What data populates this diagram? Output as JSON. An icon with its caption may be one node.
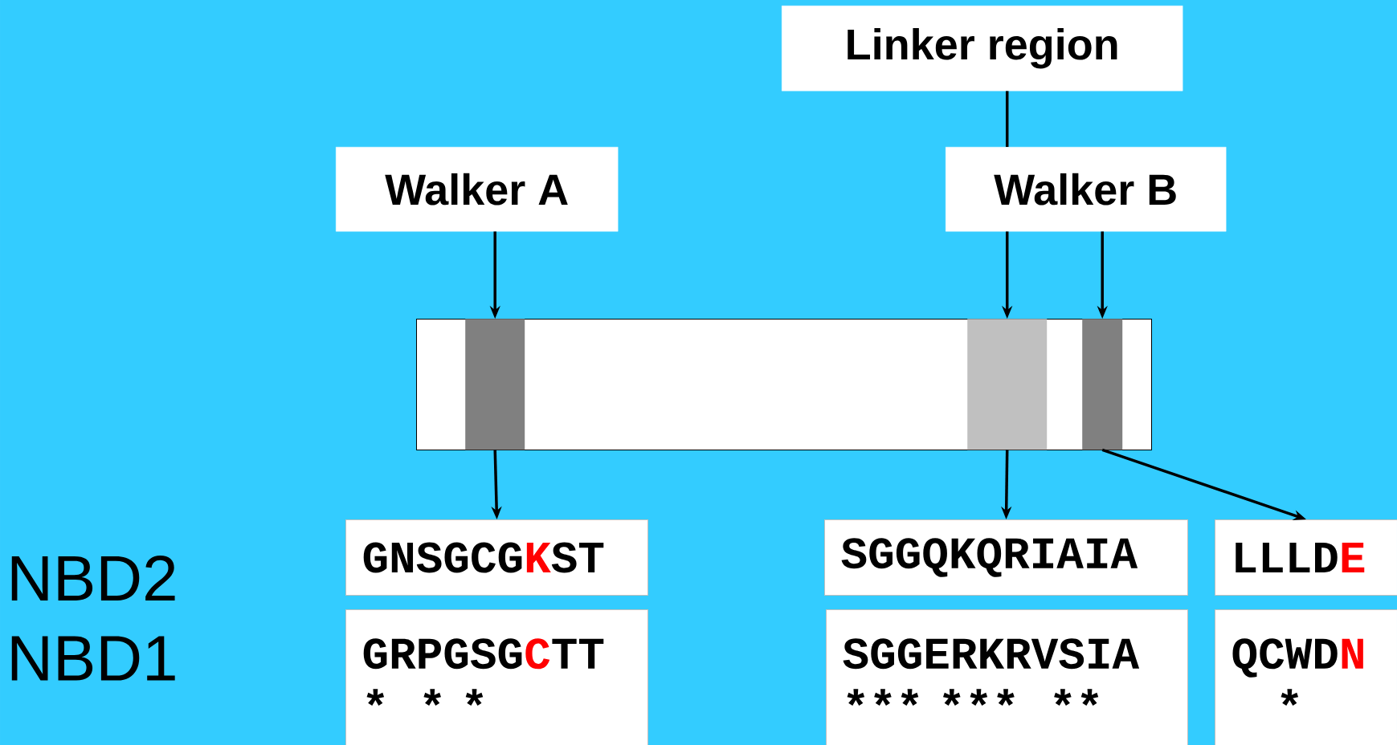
{
  "diagram": {
    "nodes": [
      {
        "text": [
          "Linker region"
        ]
      },
      {
        "text": [
          "Walker A"
        ]
      },
      {
        "text": [
          "Walker B"
        ]
      },
      {
        "text": [],
        "shape": "bar"
      },
      {
        "text": [],
        "shape": "bar",
        "in": 3
      },
      {
        "text": [],
        "shape": "bar",
        "in": 3
      },
      {
        "text": [],
        "shape": "bar",
        "in": 3
      },
      {
        "text": [
          "GNSGCG**K**ST"
        ]
      },
      {
        "text": [
          "SGGQKQRIAIA"
        ]
      },
      {
        "text": [
          "LLLD**E**"
        ]
      },
      {
        "text": [
          "GRPGSG**C**TT",
          "*  * *"
        ]
      },
      {
        "text": [
          "SGGERKRVSIA",
          "*** ***  **"
        ]
      },
      {
        "text": [
          "QCWD**N**",
          "   *"
        ]
      }
    ],
    "edges": [
      {
        "from": 0,
        "to": 2,
        "arrow": "none"
      },
      {
        "from": 2,
        "to": 5,
        "arrow": "to"
      },
      {
        "from": 1,
        "to": 4,
        "arrow": "to"
      },
      {
        "from": 2,
        "to": 6,
        "arrow": "to"
      },
      {
        "from": 4,
        "to": 7,
        "arrow": "to"
      },
      {
        "from": 5,
        "to": 8,
        "arrow": "to"
      },
      {
        "from": 6,
        "to": 9,
        "arrow": "to"
      }
    ],
    "labels": [
      "NBD2",
      "NBD1"
    ]
  }
}
